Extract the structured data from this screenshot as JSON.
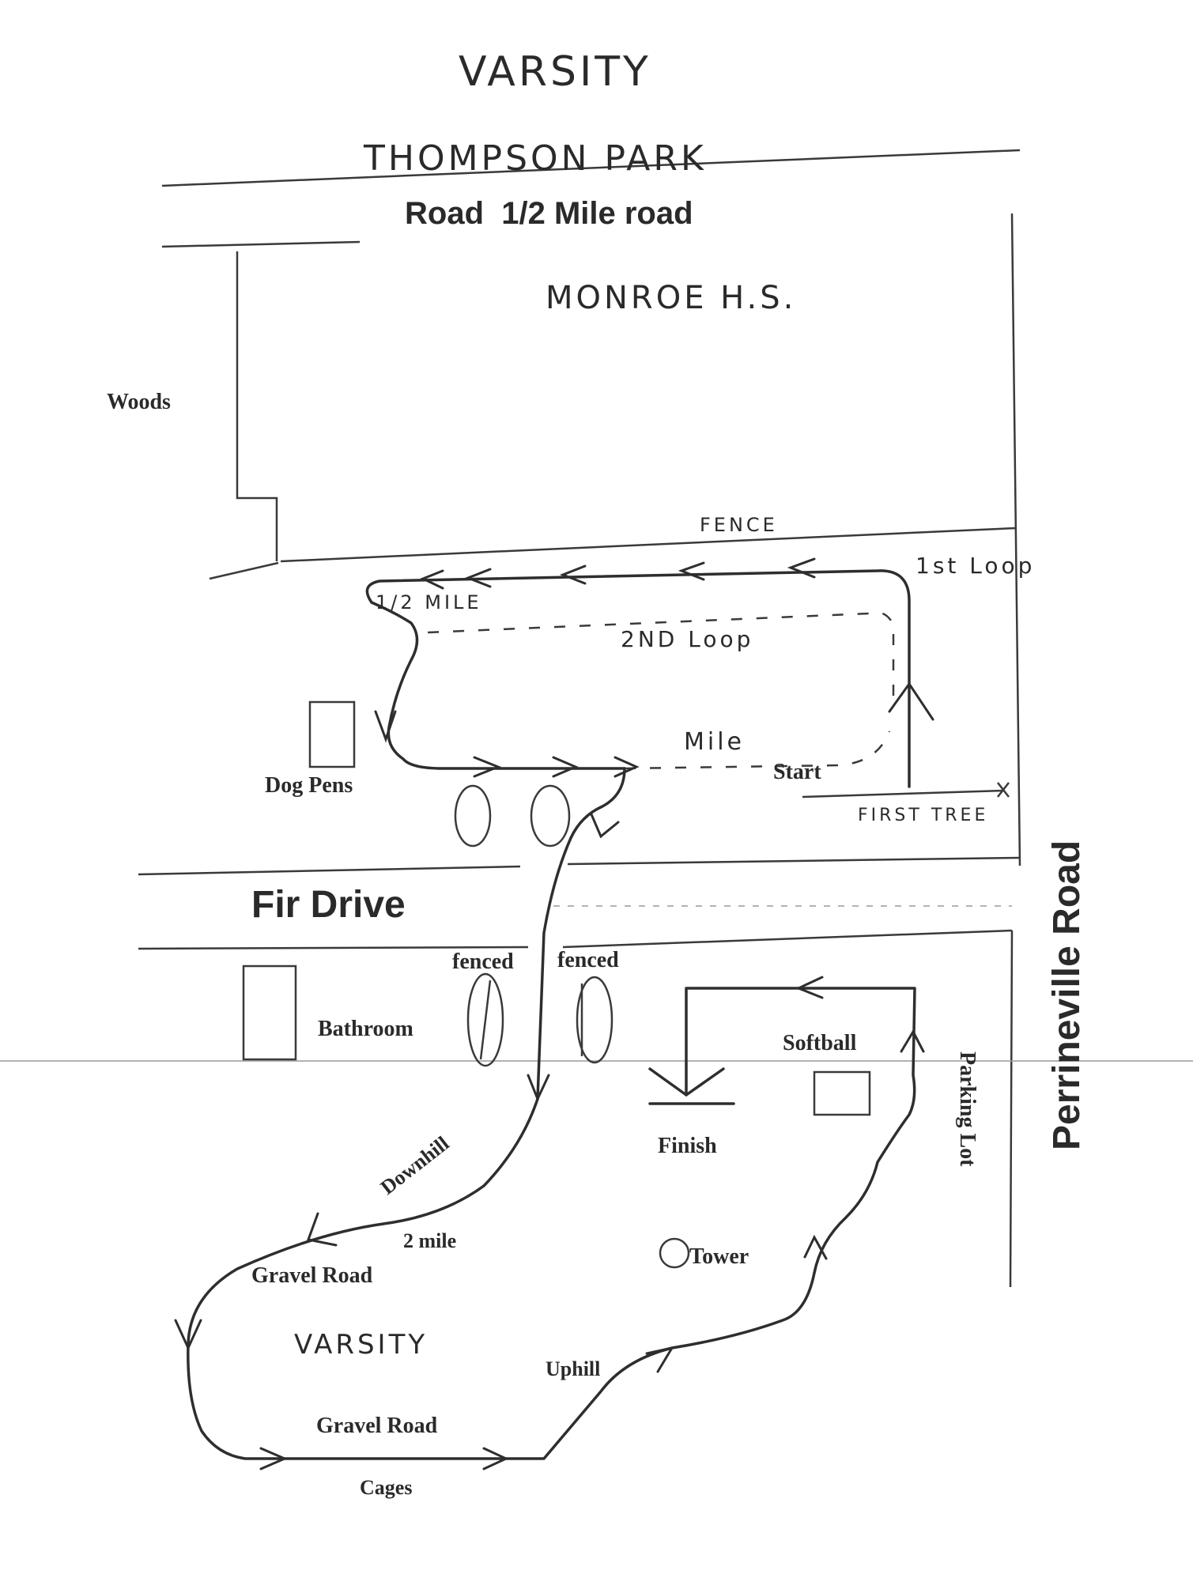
{
  "header": {
    "title": "VARSITY",
    "park": "THOMPSON PARK",
    "road_top": "Road  1/2 Mile road"
  },
  "areas": {
    "school": "MONROE H.S.",
    "woods": "Woods",
    "fence": "FENCE",
    "dog_pens": "Dog Pens",
    "fir_drive": "Fir Drive",
    "perrineville_road": "Perrineville Road",
    "parking_lot": "Parking Lot",
    "bathroom": "Bathroom",
    "fenced_left": "fenced",
    "fenced_right": "fenced",
    "softball": "Softball",
    "tower": "Tower",
    "finish": "Finish"
  },
  "course": {
    "first_loop": "1st Loop",
    "second_loop": "2ND Loop",
    "half_mile": "1/2 MILE",
    "mile": "Mile",
    "start": "Start",
    "first_tree": "FIRST TREE",
    "downhill": "Downhill",
    "two_mile": "2 mile",
    "gravel_road_upper": "Gravel Road",
    "gravel_road_lower": "Gravel Road",
    "uphill": "Uphill",
    "cages": "Cages",
    "varsity_lower": "VARSITY"
  }
}
